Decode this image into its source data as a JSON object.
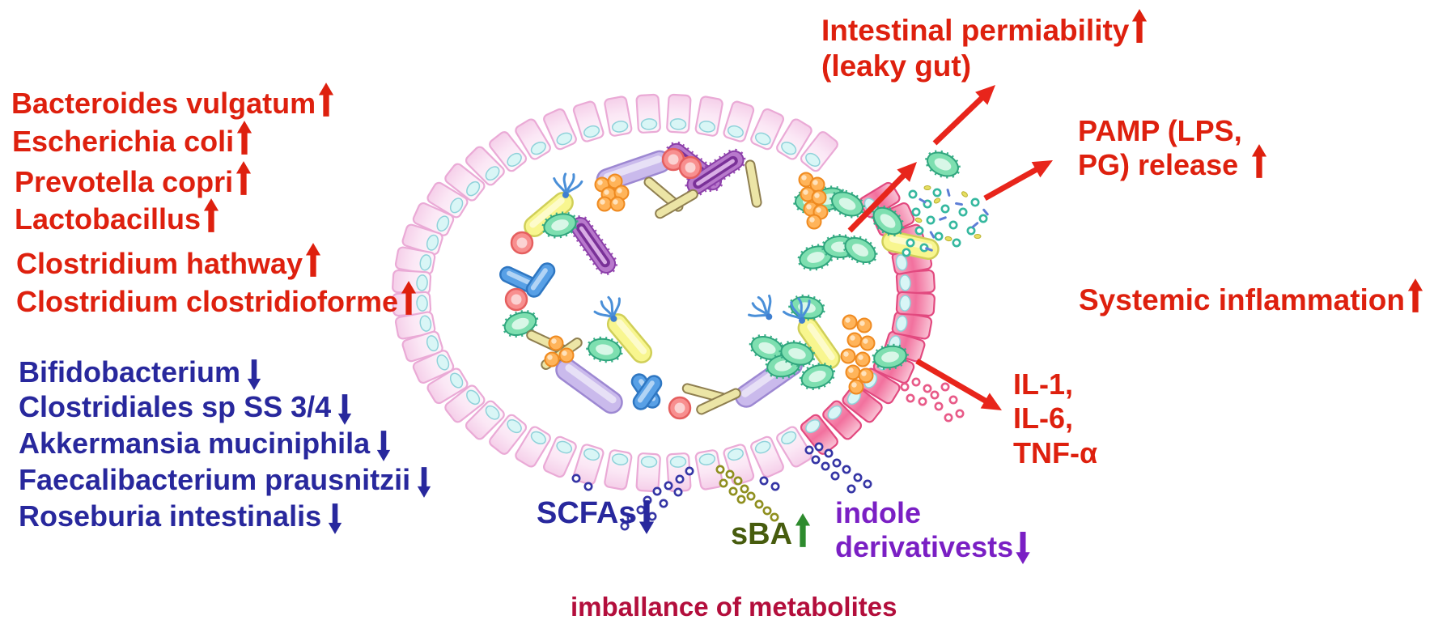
{
  "increased_bacteria": [
    {
      "name": "Bacteroides vulgatum",
      "direction": "up"
    },
    {
      "name": "Escherichia coli",
      "direction": "up"
    },
    {
      "name": "Prevotella copri",
      "direction": "up"
    },
    {
      "name": "Lactobacillus",
      "direction": "up"
    },
    {
      "name": "Clostridium hathway",
      "direction": "up"
    },
    {
      "name": "Clostridium clostridioforme",
      "direction": "up"
    }
  ],
  "decreased_bacteria": [
    {
      "name": "Bifidobacterium",
      "direction": "down"
    },
    {
      "name": "Clostridiales sp SS 3/4",
      "direction": "down"
    },
    {
      "name": "Akkermansia muciniphila",
      "direction": "down"
    },
    {
      "name": "Faecalibacterium prausnitzii",
      "direction": "down"
    },
    {
      "name": "Roseburia intestinalis",
      "direction": "down"
    }
  ],
  "outcomes": {
    "permeability_line1": "Intestinal permiability",
    "permeability_line2": "(leaky gut)",
    "pamp_line1": "PAMP (LPS,",
    "pamp_line2": "PG) release",
    "systemic": "Systemic inflammation",
    "cytokines": [
      "IL-1,",
      "IL-6,",
      "TNF-α"
    ]
  },
  "metabolites": {
    "scfas": "SCFAs",
    "sba": "sBA",
    "indole_line1": "indole",
    "indole_line2": "derivativests",
    "caption": "imballance of metabolites"
  },
  "colors": {
    "increase_text": "#de200e",
    "decrease_text": "#28289d",
    "arrow_red": "#e8251b",
    "sba_text": "#475c0e",
    "sba_arrow": "#2e8b2e",
    "indole_text": "#7a1fc4",
    "caption_text": "#b30e3c",
    "epithelium_pink": "#f5cfe9",
    "inflamed_pink": "#f2719e"
  }
}
